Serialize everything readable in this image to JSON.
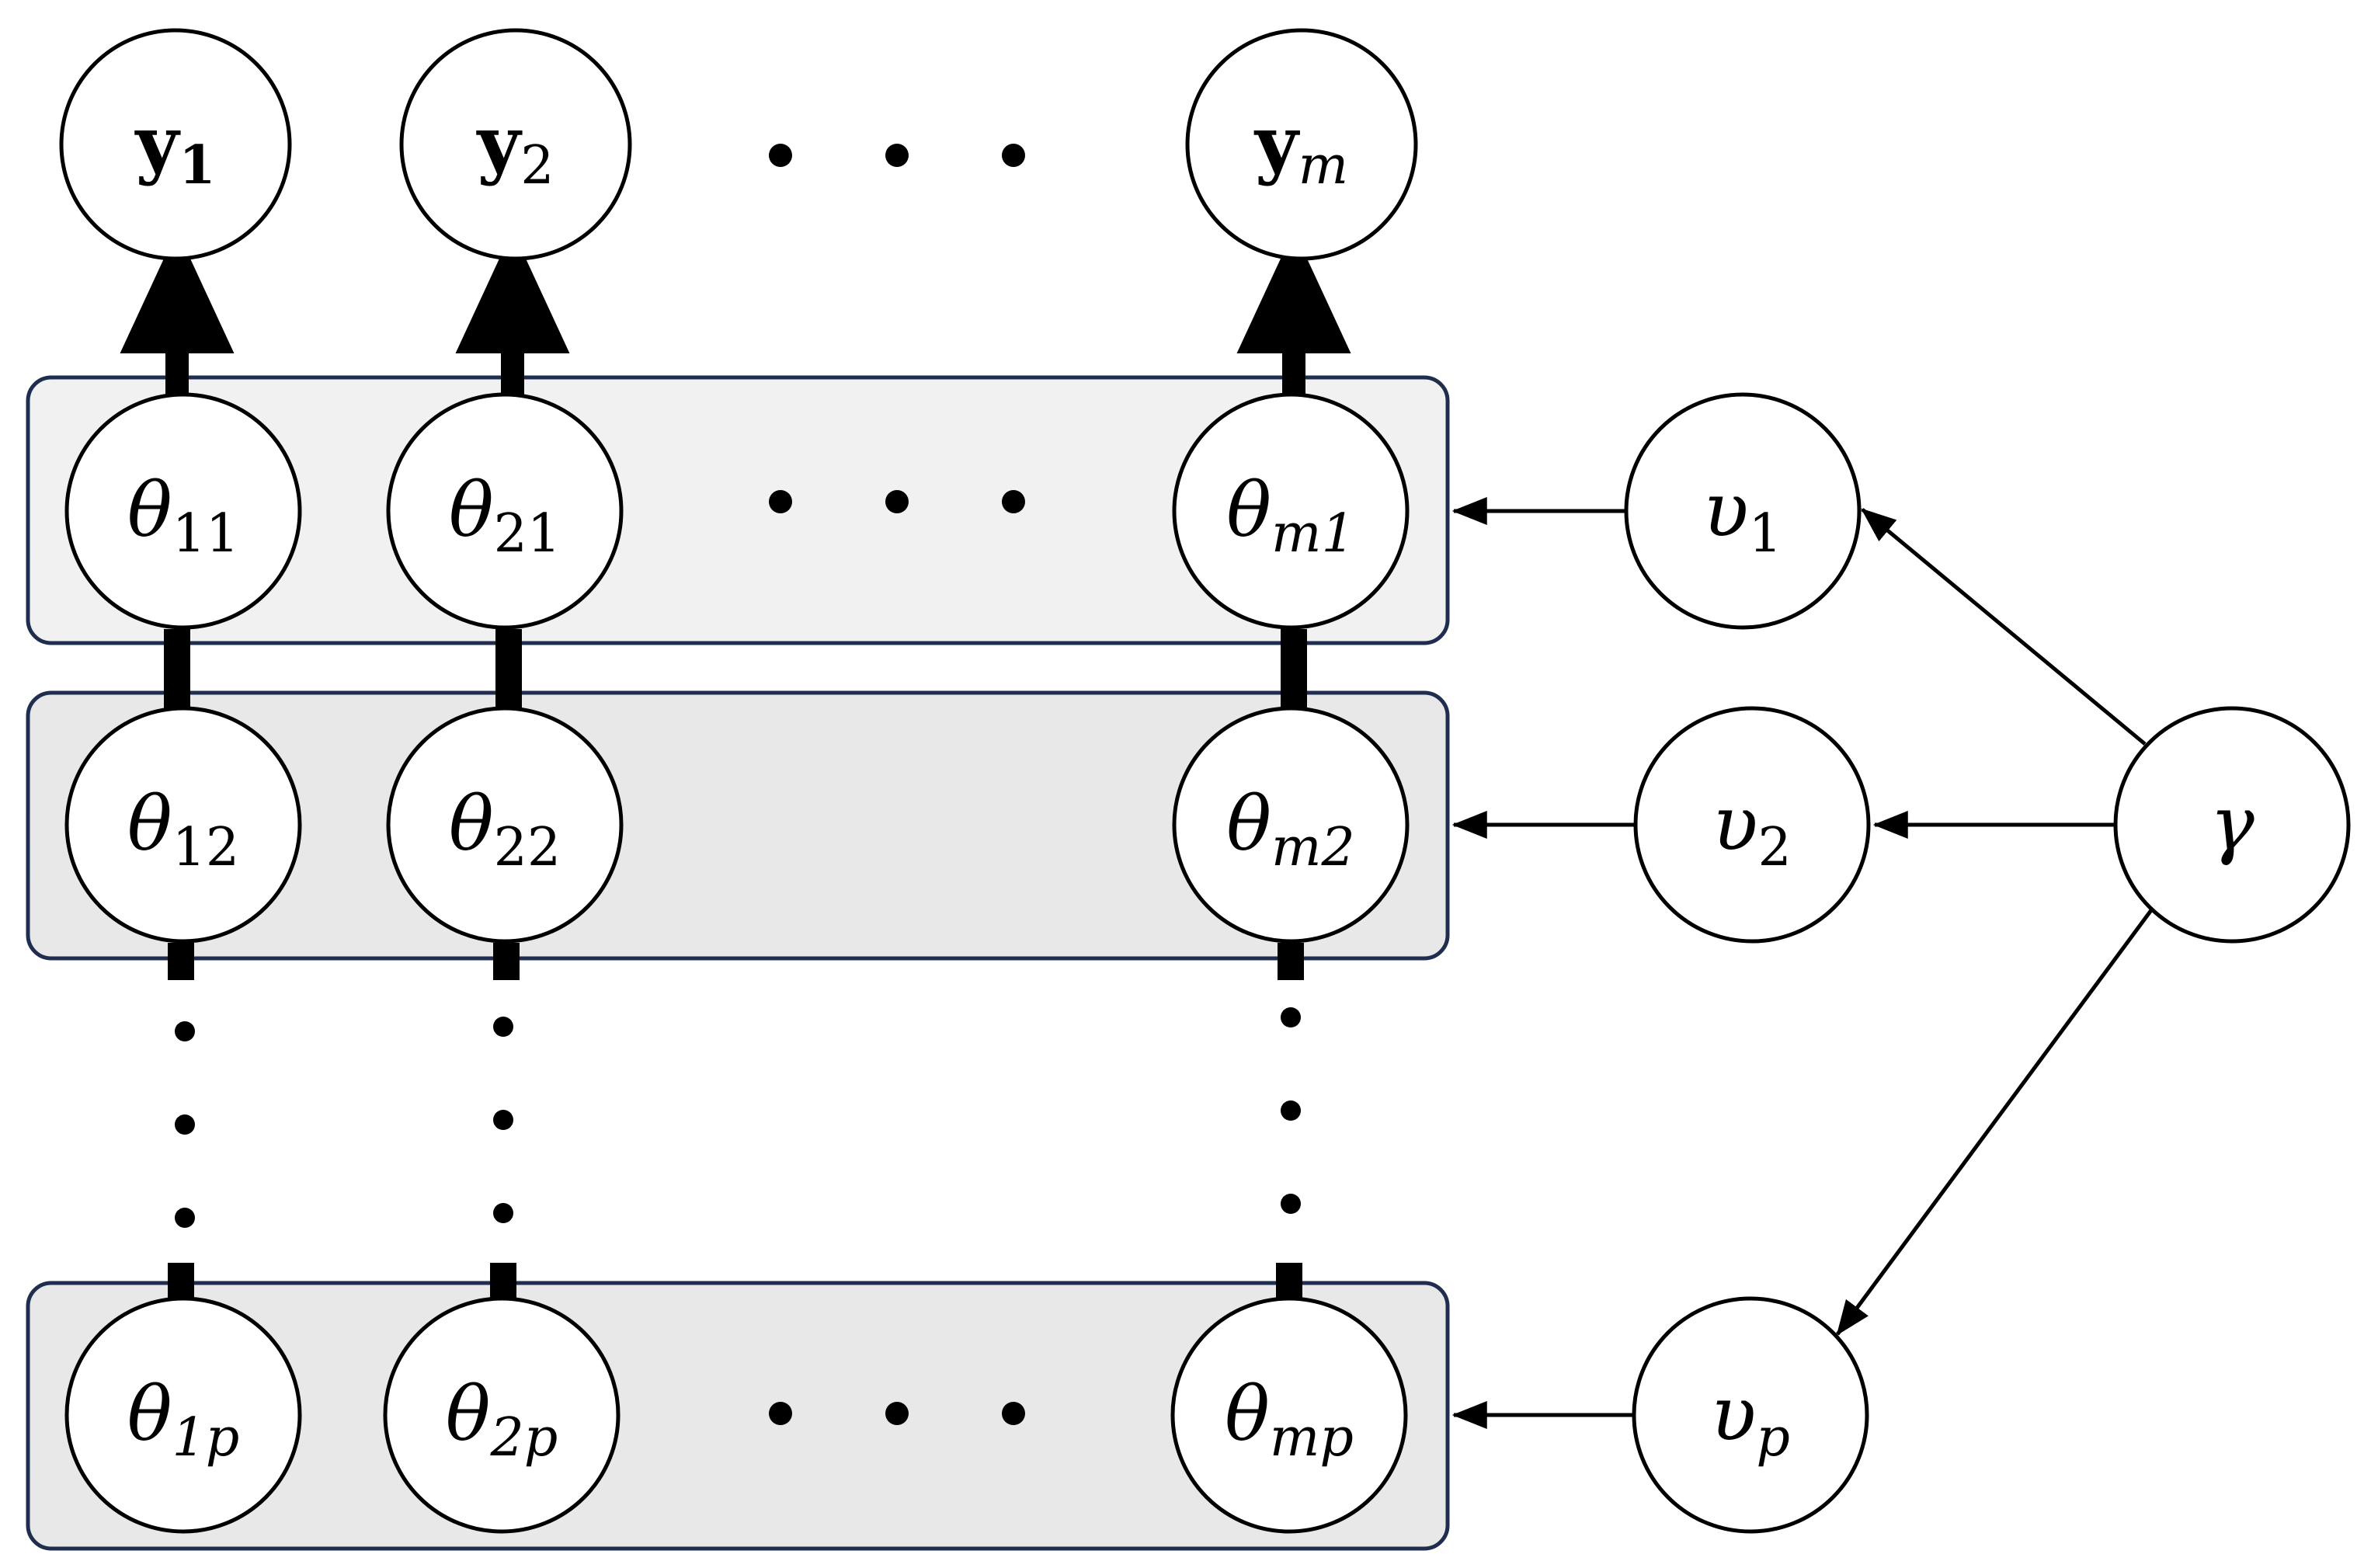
{
  "observations": [
    {
      "base": "y",
      "sub": "1"
    },
    {
      "base": "y",
      "sub": "2"
    },
    {
      "base": "y",
      "sub": "m"
    }
  ],
  "rows": [
    {
      "nodes": [
        {
          "base": "θ",
          "sub": "11"
        },
        {
          "base": "θ",
          "sub": "21"
        },
        {
          "base": "θ",
          "sub": "m1"
        }
      ]
    },
    {
      "nodes": [
        {
          "base": "θ",
          "sub": "12"
        },
        {
          "base": "θ",
          "sub": "22"
        },
        {
          "base": "θ",
          "sub": "m2"
        }
      ]
    },
    {
      "nodes": [
        {
          "base": "θ",
          "sub": "1p"
        },
        {
          "base": "θ",
          "sub": "2p"
        },
        {
          "base": "θ",
          "sub": "mp"
        }
      ]
    }
  ],
  "upsilons": [
    {
      "base": "υ",
      "sub": "1"
    },
    {
      "base": "υ",
      "sub": "2"
    },
    {
      "base": "υ",
      "sub": "p"
    }
  ],
  "gamma": {
    "base": "γ"
  },
  "colors": {
    "box_border": "#1f2d4f",
    "box_fill_top": "#f1f1f1",
    "box_fill": "#e8e8e8",
    "ink": "#000000"
  }
}
